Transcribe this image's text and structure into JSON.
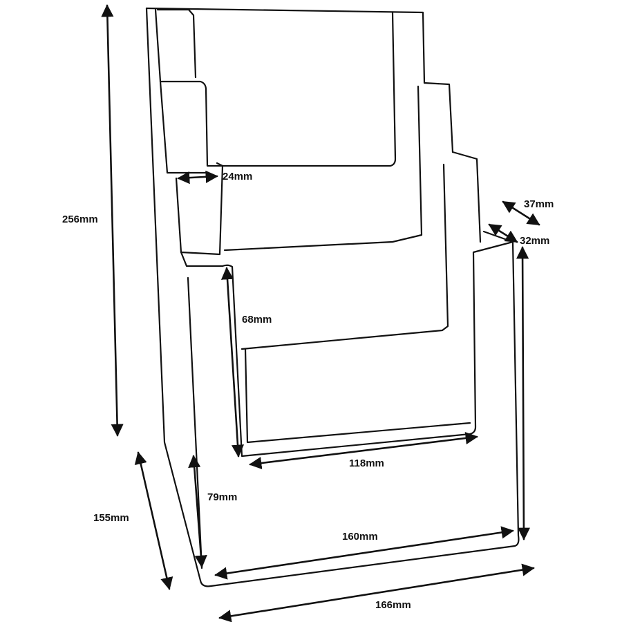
{
  "diagram": {
    "title": "",
    "line_color": "#111111",
    "background_color": "#ffffff",
    "dimensions": {
      "total_height": "256mm",
      "depth": "155mm",
      "pocket_depth": "24mm",
      "step_top": "37mm",
      "step_mid": "32mm",
      "pocket_height": "68mm",
      "pocket_width": "118mm",
      "base_height": "79mm",
      "inner_width": "160mm",
      "outer_width": "166mm"
    }
  }
}
